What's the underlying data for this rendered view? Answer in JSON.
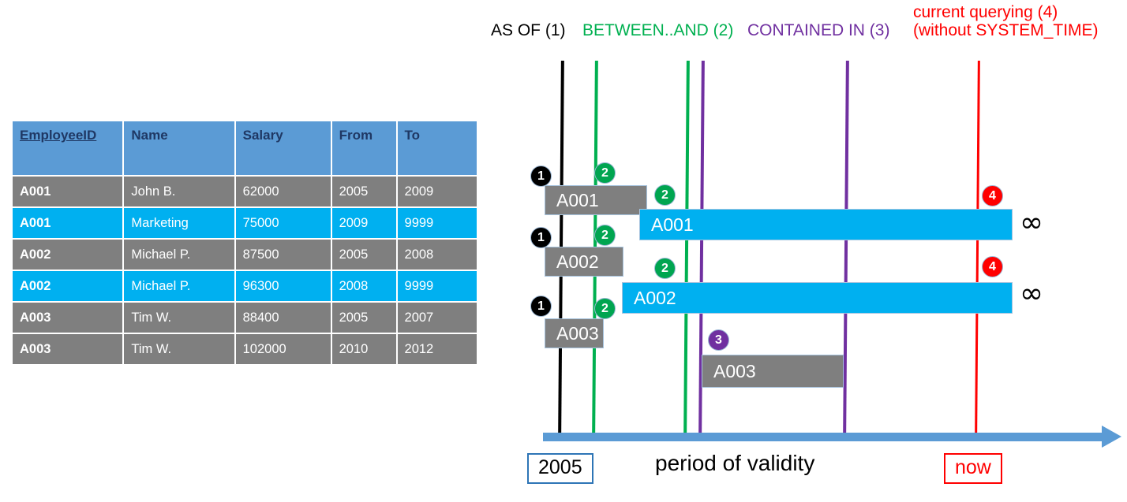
{
  "table": {
    "columns": [
      "EmployeeID",
      "Name",
      "Salary",
      "From",
      "To"
    ],
    "rows": [
      {
        "id": "A001",
        "name": "John  B.",
        "salary": "62000",
        "from": "2005",
        "to": "2009",
        "style": "gray"
      },
      {
        "id": "A001",
        "name": "Marketing",
        "salary": "75000",
        "from": "2009",
        "to": "9999",
        "style": "cyan"
      },
      {
        "id": "A002",
        "name": "Michael P.",
        "salary": "87500",
        "from": "2005",
        "to": "2008",
        "style": "gray"
      },
      {
        "id": "A002",
        "name": "Michael P.",
        "salary": "96300",
        "from": "2008",
        "to": "9999",
        "style": "cyan"
      },
      {
        "id": "A003",
        "name": "Tim W.",
        "salary": "88400",
        "from": "2005",
        "to": "2007",
        "style": "gray"
      },
      {
        "id": "A003",
        "name": "Tim W.",
        "salary": "102000",
        "from": "2010",
        "to": "2012",
        "style": "gray"
      }
    ]
  },
  "legend": {
    "as_of": "AS OF (1)",
    "between_and": "BETWEEN..AND (2)",
    "contained_in": "CONTAINED IN (3)",
    "current_line1": "current querying (4)",
    "current_line2": "(without SYSTEM_TIME)"
  },
  "colors": {
    "as_of": "#000000",
    "between_and": "#00B050",
    "contained_in": "#7030A0",
    "current": "#FF0000",
    "bar_historical": "#7F7F7F",
    "bar_current": "#00B0F0",
    "table_header": "#5B9BD5",
    "axis": "#5B9BD5"
  },
  "diagram": {
    "bars": [
      {
        "label": "A001",
        "kind": "gray"
      },
      {
        "label": "A001",
        "kind": "cyan"
      },
      {
        "label": "A002",
        "kind": "gray"
      },
      {
        "label": "A002",
        "kind": "cyan"
      },
      {
        "label": "A003",
        "kind": "gray"
      },
      {
        "label": "A003",
        "kind": "gray"
      }
    ],
    "badges": [
      {
        "num": "1",
        "color": "black"
      },
      {
        "num": "2",
        "color": "green"
      },
      {
        "num": "2",
        "color": "green"
      },
      {
        "num": "1",
        "color": "black"
      },
      {
        "num": "2",
        "color": "green"
      },
      {
        "num": "2",
        "color": "green"
      },
      {
        "num": "1",
        "color": "black"
      },
      {
        "num": "2",
        "color": "green"
      },
      {
        "num": "3",
        "color": "purple"
      },
      {
        "num": "4",
        "color": "red"
      },
      {
        "num": "4",
        "color": "red"
      }
    ],
    "infinity_symbol": "∞",
    "axis_title": "period of validity",
    "start_label": "2005",
    "end_label": "now"
  }
}
